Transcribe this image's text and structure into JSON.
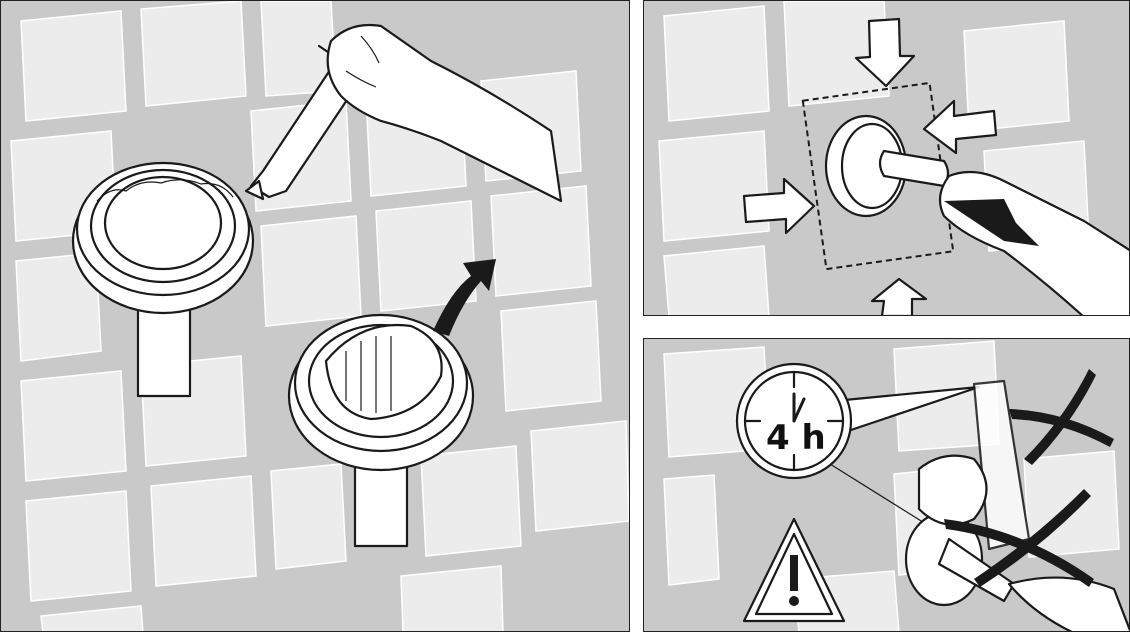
{
  "panels": [
    {
      "id": "apply-adhesive",
      "caption": ""
    },
    {
      "id": "press-holder",
      "caption": ""
    },
    {
      "id": "wait-curing",
      "caption": ""
    }
  ],
  "clock": {
    "duration_label": "4 h"
  },
  "icons": [
    "adhesive-tube-icon",
    "hand-icon",
    "rotate-arrow-icon",
    "press-arrow-icon",
    "clock-icon",
    "warning-triangle-icon",
    "do-not-load-cross-icon"
  ],
  "colors": {
    "wall": "#c9c9c9",
    "tile": "#ececec",
    "ink": "#1a1a1a",
    "arrow_fill": "#1a1a1a"
  }
}
